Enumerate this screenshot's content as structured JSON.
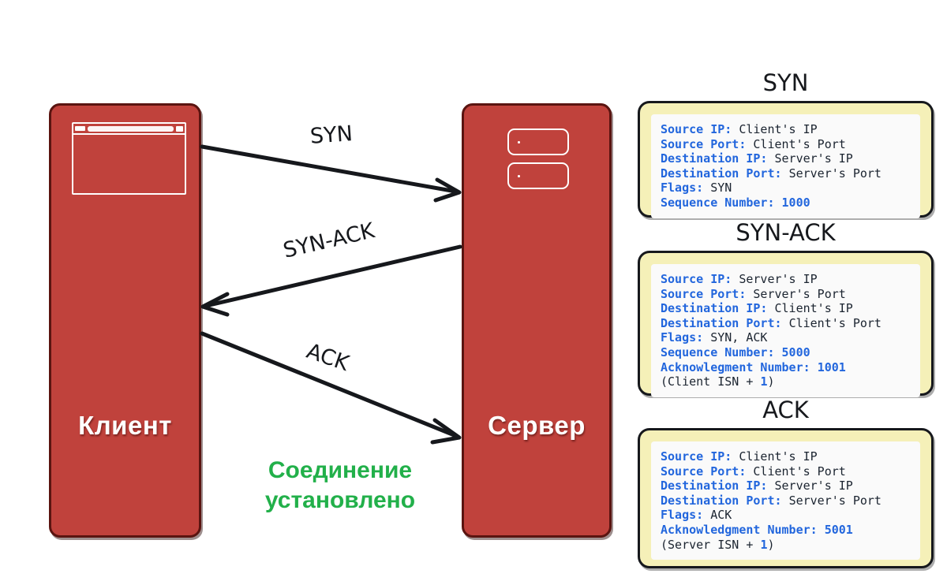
{
  "diagram": {
    "title_hidden": "",
    "nodes": [
      {
        "id": "client",
        "label": "Клиент",
        "icon": "browser-window-icon"
      },
      {
        "id": "server",
        "label": "Сервер",
        "icon": "server-rack-icon"
      }
    ],
    "arrows": [
      {
        "id": "syn",
        "label": "SYN",
        "from": "client",
        "to": "server"
      },
      {
        "id": "syn-ack",
        "label": "SYN-ACK",
        "from": "server",
        "to": "client"
      },
      {
        "id": "ack",
        "label": "ACK",
        "from": "client",
        "to": "server"
      }
    ],
    "status_text_line1": "Соединение",
    "status_text_line2": "установлено",
    "colors": {
      "node_fill": "#c0423c",
      "node_border": "#5a1410",
      "card_fill": "#f5f0b8",
      "card_border": "#16181c",
      "card_inner_fill": "#fafafa",
      "field_label": "#2266dd",
      "status_green": "#22b04a",
      "arrow": "#16181c"
    }
  },
  "packets": [
    {
      "title": "SYN",
      "fields": [
        {
          "label": "Source IP:",
          "value": "Client's IP",
          "numeric": false
        },
        {
          "label": "Source Port:",
          "value": "Client's Port",
          "numeric": false
        },
        {
          "label": "Destination IP:",
          "value": "Server's IP",
          "numeric": false
        },
        {
          "label": "Destination Port:",
          "value": "Server's Port",
          "numeric": false
        },
        {
          "label": "Flags:",
          "value": "SYN",
          "numeric": false
        },
        {
          "label": "Sequence Number:",
          "value": "1000",
          "numeric": true
        }
      ],
      "note": ""
    },
    {
      "title": "SYN-ACK",
      "fields": [
        {
          "label": "Source IP:",
          "value": "Server's IP",
          "numeric": false
        },
        {
          "label": "Source Port:",
          "value": "Server's Port",
          "numeric": false
        },
        {
          "label": "Destination IP:",
          "value": "Client's IP",
          "numeric": false
        },
        {
          "label": "Destination Port:",
          "value": "Client's Port",
          "numeric": false
        },
        {
          "label": "Flags:",
          "value": "SYN, ACK",
          "numeric": false
        },
        {
          "label": "Sequence Number:",
          "value": "5000",
          "numeric": true
        },
        {
          "label": "Acknowlegment Number:",
          "value": "1001",
          "numeric": true
        }
      ],
      "note_prefix": "(Client ISN + ",
      "note_number": "1",
      "note_suffix": ")"
    },
    {
      "title": "ACK",
      "fields": [
        {
          "label": "Source IP:",
          "value": "Client's IP",
          "numeric": false
        },
        {
          "label": "Source Port:",
          "value": "Client's Port",
          "numeric": false
        },
        {
          "label": "Destination IP:",
          "value": "Server's IP",
          "numeric": false
        },
        {
          "label": "Destination Port:",
          "value": "Server's Port",
          "numeric": false
        },
        {
          "label": "Flags:",
          "value": "ACK",
          "numeric": false
        },
        {
          "label": "Acknowledgment Number:",
          "value": "5001",
          "numeric": true
        }
      ],
      "note_prefix": "(Server ISN + ",
      "note_number": "1",
      "note_suffix": ")"
    }
  ]
}
